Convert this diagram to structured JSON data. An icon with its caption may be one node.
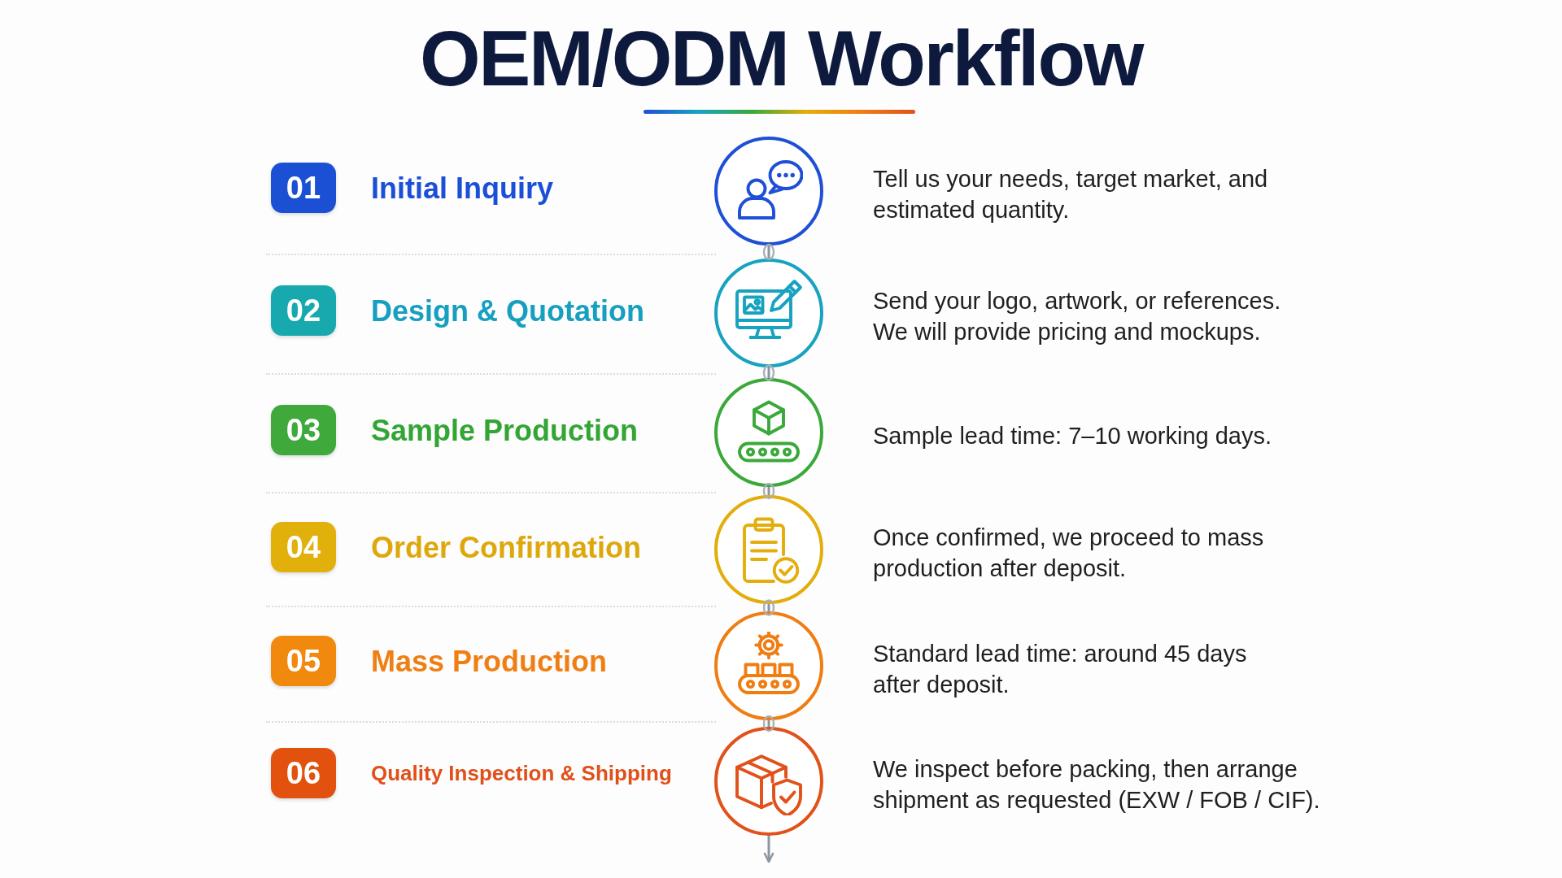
{
  "diagram": {
    "title": "OEM/ODM Workflow",
    "nodes": [
      {
        "text": [
          "01"
        ],
        "beside": [
          "Initial Inquiry"
        ]
      },
      {
        "text": [],
        "shape": "circle",
        "beside": [
          "Tell us your needs, target market, and estimated quantity."
        ]
      },
      {
        "text": [
          "02"
        ],
        "beside": [
          "Design & Quotation"
        ]
      },
      {
        "text": [],
        "shape": "circle",
        "beside": [
          "Send your logo, artwork, or references. We will provide pricing and mockups."
        ]
      },
      {
        "text": [
          "03"
        ],
        "beside": [
          "Sample Production"
        ]
      },
      {
        "text": [],
        "shape": "circle",
        "beside": [
          "Sample lead time: 7–10 working days."
        ]
      },
      {
        "text": [
          "04"
        ],
        "beside": [
          "Order Confirmation"
        ]
      },
      {
        "text": [],
        "shape": "circle",
        "beside": [
          "Once confirmed, we proceed to mass production after deposit."
        ]
      },
      {
        "text": [
          "05"
        ],
        "beside": [
          "Mass Production"
        ]
      },
      {
        "text": [],
        "shape": "circle",
        "beside": [
          "Standard lead time: around 45 days after deposit."
        ]
      },
      {
        "text": [
          "06"
        ],
        "beside": [
          "Quality Inspection & Shipping"
        ]
      },
      {
        "text": [],
        "shape": "circle",
        "beside": [
          "We inspect before packing, then arrange shipment as requested (EXW / FOB / CIF)."
        ]
      }
    ],
    "edges": [
      {
        "from": 1,
        "to": 3,
        "arrow": "none"
      },
      {
        "from": 3,
        "to": 5,
        "arrow": "none"
      },
      {
        "from": 5,
        "to": 7,
        "arrow": "none"
      },
      {
        "from": 7,
        "to": 9,
        "arrow": "none"
      },
      {
        "from": 9,
        "to": 11,
        "arrow": "none"
      },
      {
        "from": 11,
        "to": null,
        "arrow": "to"
      }
    ]
  }
}
